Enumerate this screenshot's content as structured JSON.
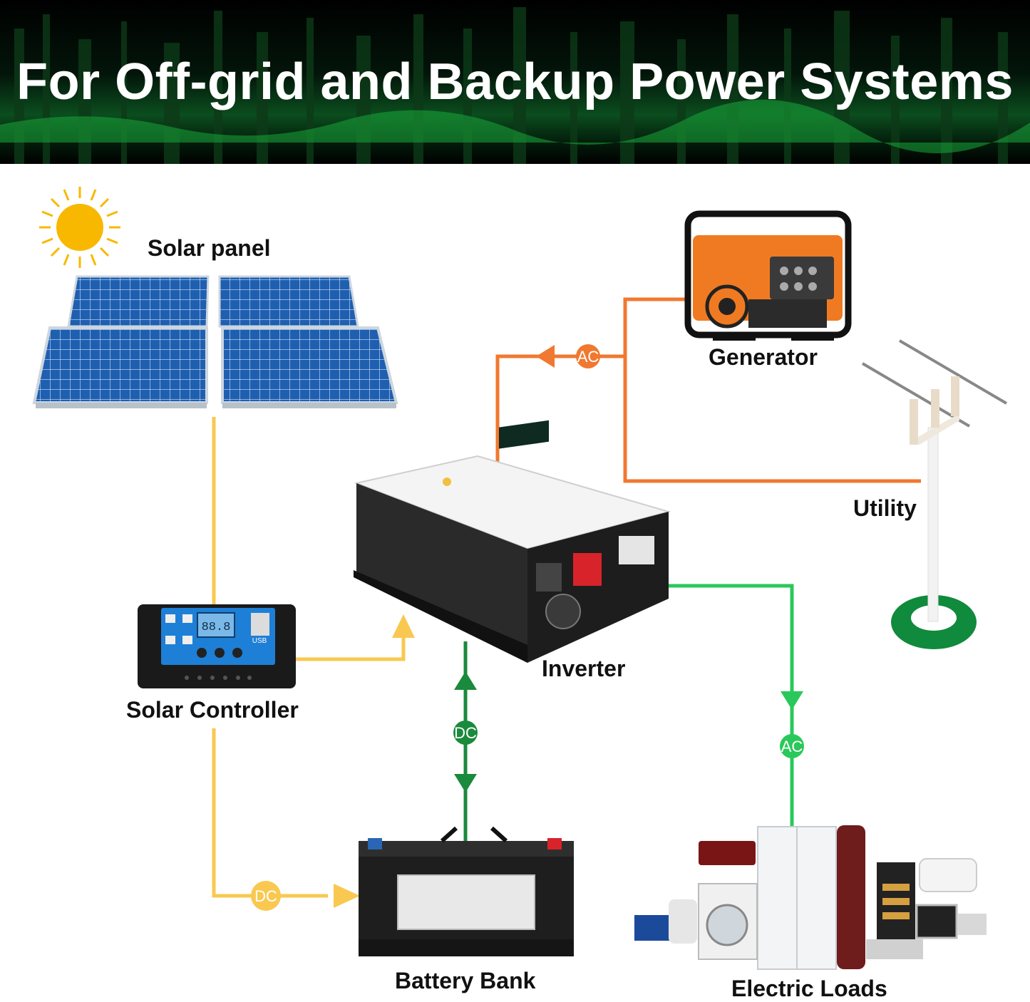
{
  "banner": {
    "title": "For Off-grid and Backup Power Systems"
  },
  "nodes": {
    "solar_panel": "Solar panel",
    "generator": "Generator",
    "utility": "Utility",
    "inverter": "Inverter",
    "solar_controller": "Solar Controller",
    "battery_bank": "Battery Bank",
    "electric_loads": "Electric Loads"
  },
  "connections": {
    "generator_to_inverter": "AC",
    "inverter_battery": "DC",
    "controller_to_battery": "DC",
    "inverter_to_loads": "AC"
  },
  "controller_display": {
    "reading": "88.8",
    "port": "USB"
  },
  "colors": {
    "ac_generator_line": "#f07830",
    "solar_line": "#f8c850",
    "dc_battery_line": "#1a8a3c",
    "ac_load_line": "#2ac85a",
    "banner_green": "#0b4d1e"
  }
}
